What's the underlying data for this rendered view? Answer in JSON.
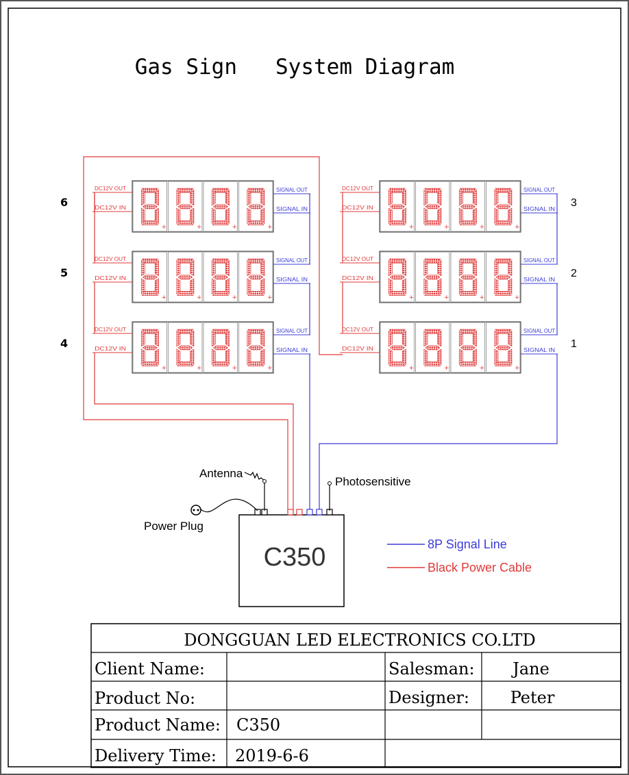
{
  "title": "Gas Sign   System Diagram",
  "colors": {
    "signal": "#3b3bd8",
    "power": "#e03a3a",
    "digit": "#e03a3a"
  },
  "panel_labels": {
    "power_in": "DC12V IN",
    "power_out": "DC12V OUT",
    "signal_in": "SIGNAL IN",
    "signal_out": "SIGNAL OUT"
  },
  "panels": [
    {
      "number": "6",
      "digits": "8888"
    },
    {
      "number": "5",
      "digits": "8888"
    },
    {
      "number": "4",
      "digits": "8888"
    },
    {
      "number": "3",
      "digits": "8888"
    },
    {
      "number": "2",
      "digits": "8888"
    },
    {
      "number": "1",
      "digits": "8888"
    }
  ],
  "controller": {
    "name": "C350",
    "antenna_label": "Antenna",
    "photosensitive_label": "Photosensitive",
    "power_plug_label": "Power Plug"
  },
  "legend": [
    {
      "label": "8P Signal Line",
      "color": "#3b3bd8"
    },
    {
      "label": "Black Power Cable",
      "color": "#e03a3a"
    }
  ],
  "title_block": {
    "company": "DONGGUAN LED ELECTRONICS CO.LTD",
    "client_name_label": "Client Name:",
    "client_name_value": "",
    "product_no_label": "Product No:",
    "product_no_value": "",
    "product_name_label": "Product Name:",
    "product_name_value": "C350",
    "delivery_time_label": "Delivery Time:",
    "delivery_time_value": "2019-6-6",
    "salesman_label": "Salesman:",
    "salesman_value": "Jane",
    "designer_label": "Designer:",
    "designer_value": "Peter"
  }
}
